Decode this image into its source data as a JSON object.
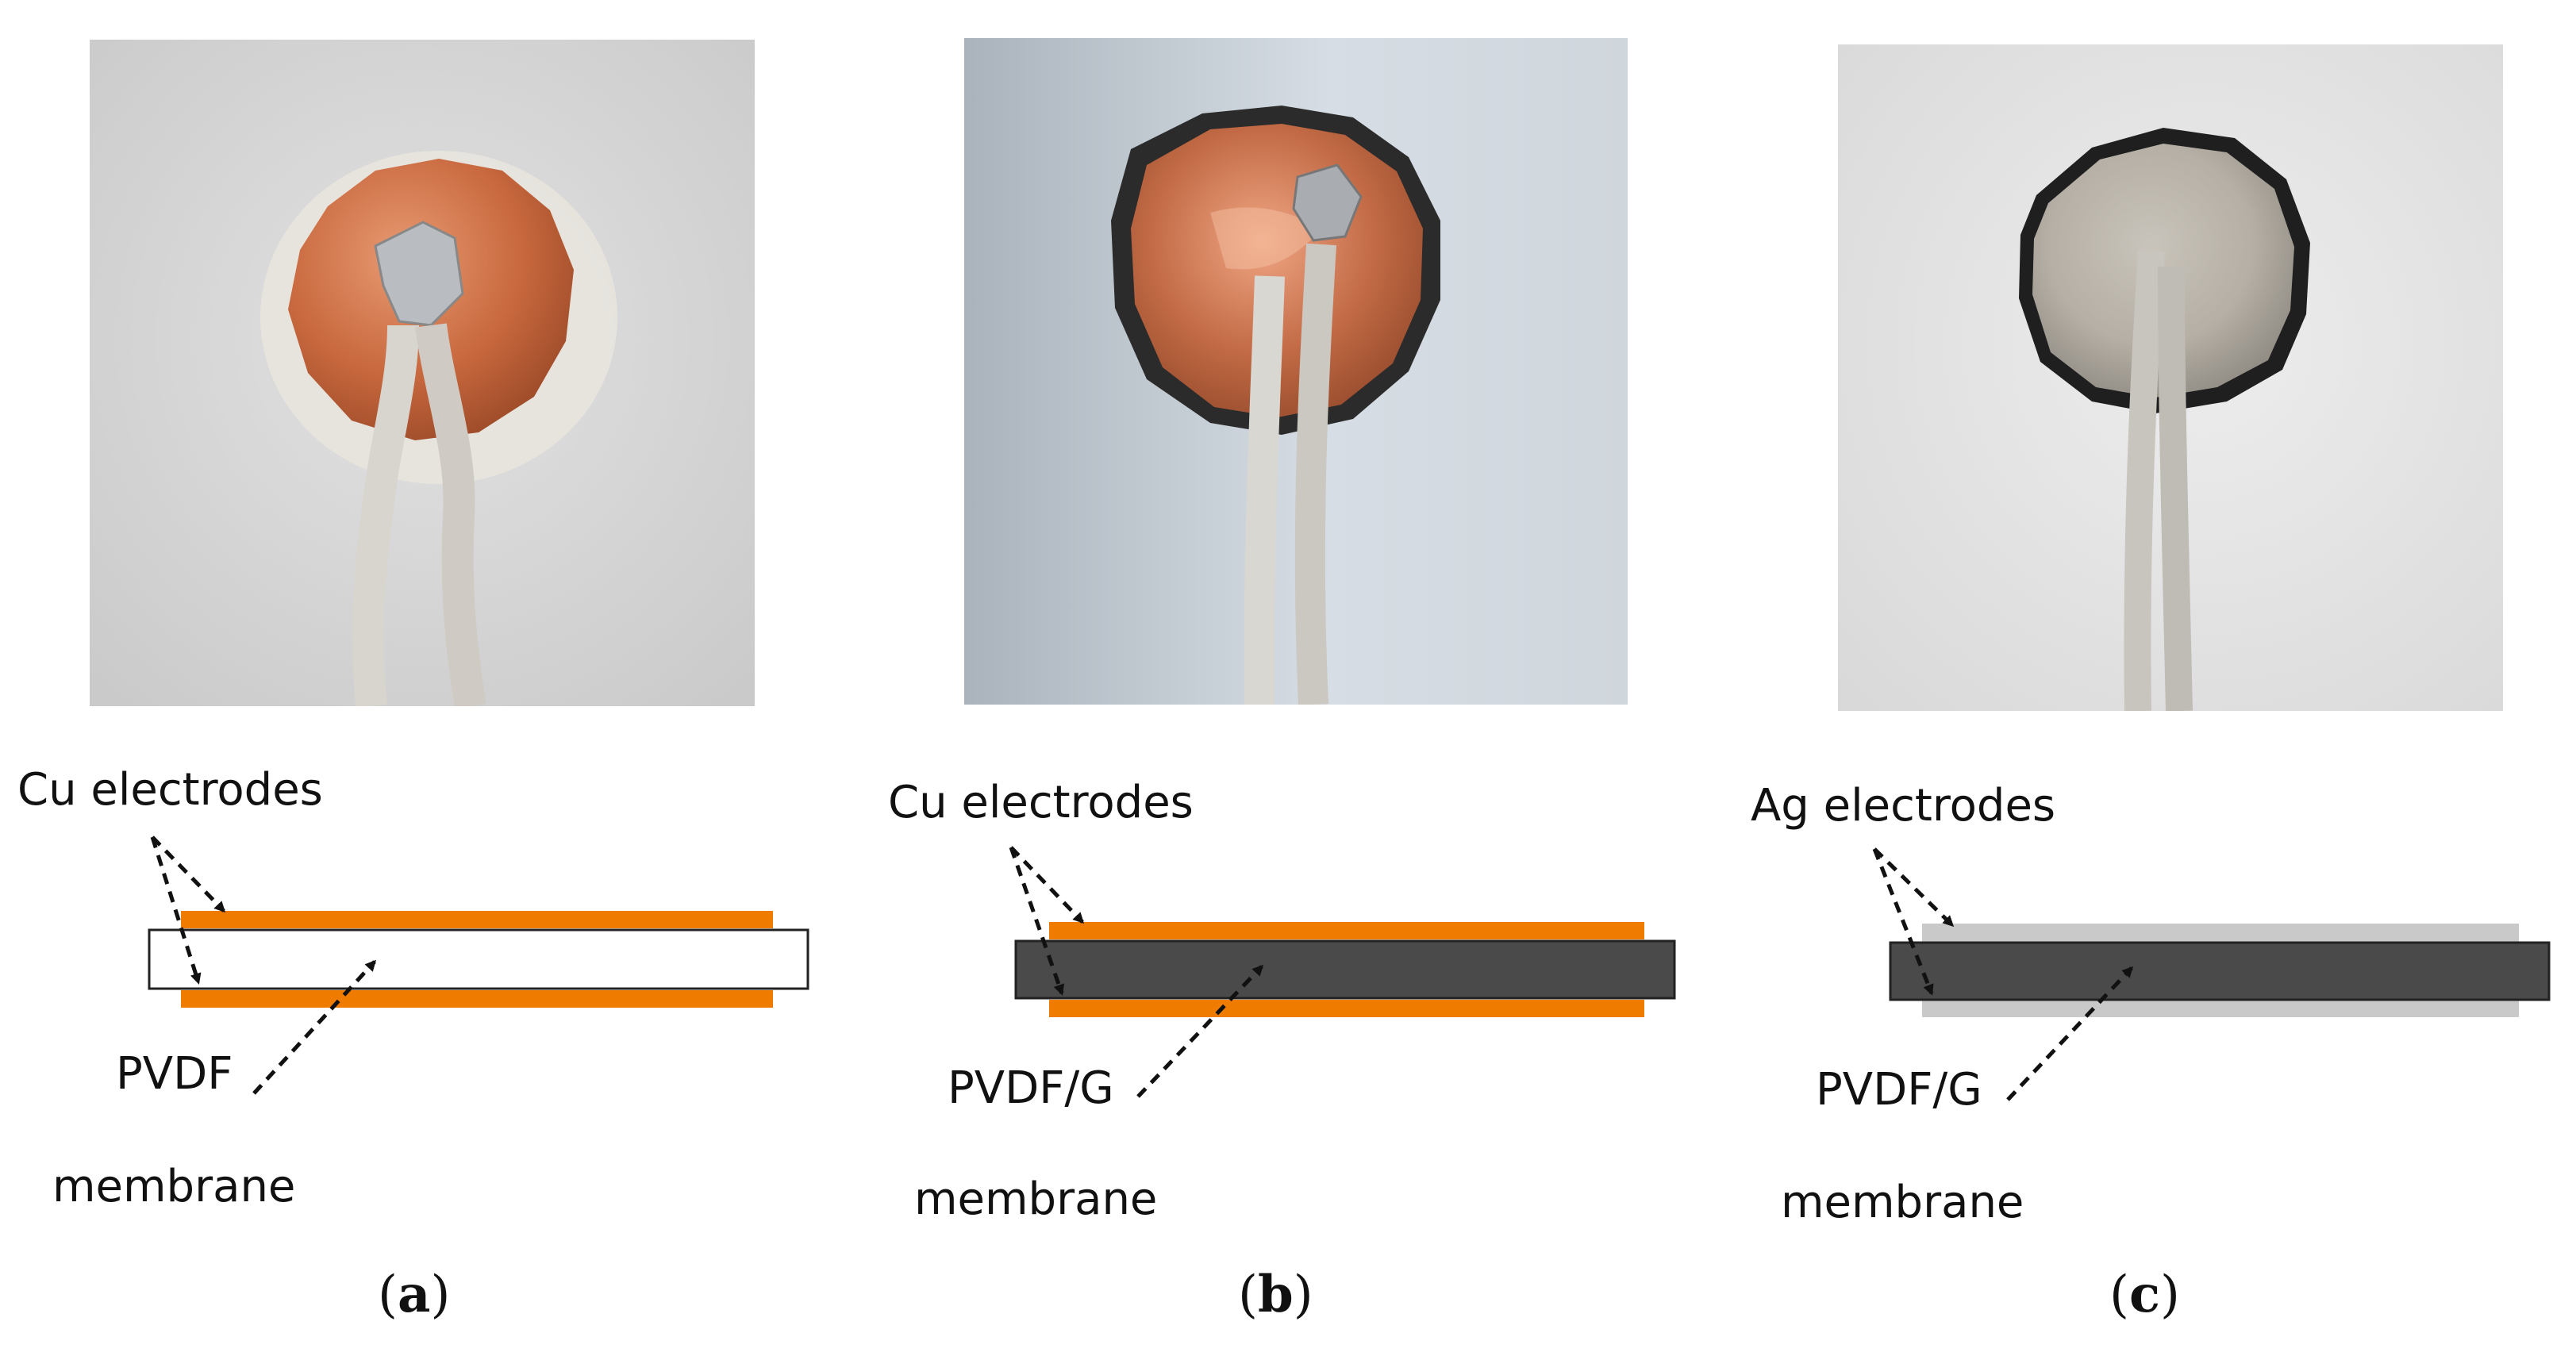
{
  "panels": [
    {
      "electrode_label": "Cu electrodes",
      "membrane_material": "PVDF",
      "membrane_word": "membrane",
      "caption_letter": "a",
      "colors": {
        "electrode": "#ef7c00",
        "membrane": "#ffffff",
        "membrane_border": "#222222",
        "disc": "#c8683e"
      }
    },
    {
      "electrode_label": "Cu electrodes",
      "membrane_material": "PVDF/G",
      "membrane_word": "membrane",
      "caption_letter": "b",
      "colors": {
        "electrode": "#ef7c00",
        "membrane": "#4a4a4a",
        "membrane_border": "#222222",
        "disc": "#c26a45"
      }
    },
    {
      "electrode_label": "Ag electrodes",
      "membrane_material": "PVDF/G",
      "membrane_word": "membrane",
      "caption_letter": "c",
      "colors": {
        "electrode": "#c9c9c9",
        "membrane": "#4a4a4a",
        "membrane_border": "#222222",
        "disc": "#bdb7ad"
      }
    }
  ]
}
